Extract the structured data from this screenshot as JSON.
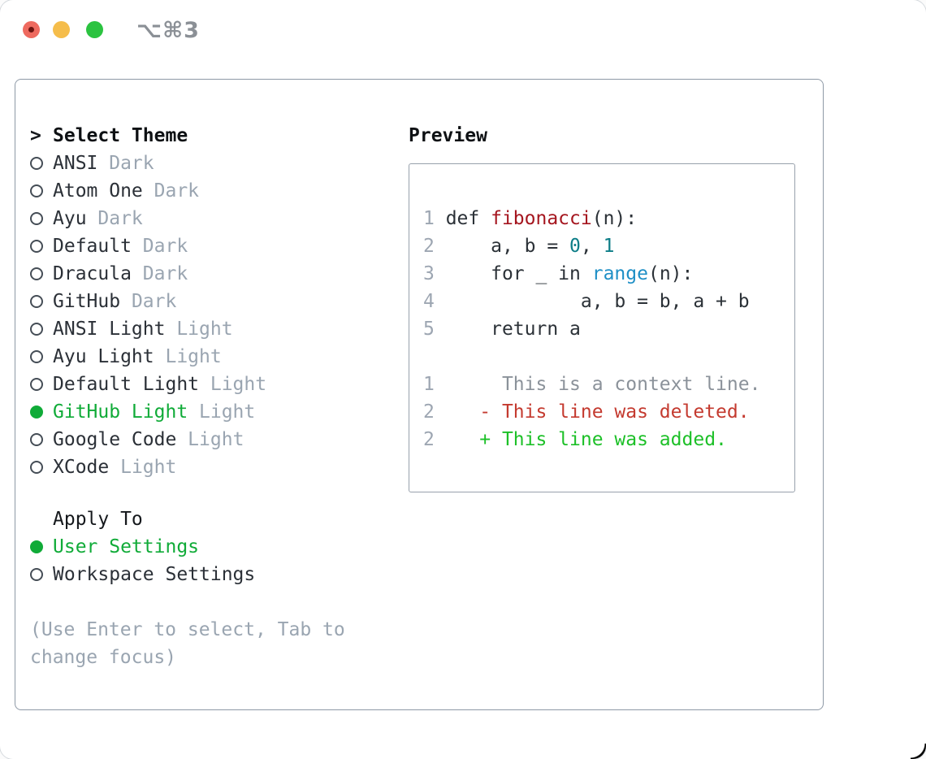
{
  "window": {
    "shortcut_label": "⌥⌘3",
    "traffic_lights": [
      "close",
      "minimize",
      "zoom"
    ]
  },
  "theme_picker": {
    "title": "Select Theme",
    "title_marker": ">",
    "themes": [
      {
        "name": "ANSI",
        "variant": "Dark",
        "selected": false
      },
      {
        "name": "Atom One",
        "variant": "Dark",
        "selected": false
      },
      {
        "name": "Ayu",
        "variant": "Dark",
        "selected": false
      },
      {
        "name": "Default",
        "variant": "Dark",
        "selected": false
      },
      {
        "name": "Dracula",
        "variant": "Dark",
        "selected": false
      },
      {
        "name": "GitHub",
        "variant": "Dark",
        "selected": false
      },
      {
        "name": "ANSI Light",
        "variant": "Light",
        "selected": false
      },
      {
        "name": "Ayu Light",
        "variant": "Light",
        "selected": false
      },
      {
        "name": "Default Light",
        "variant": "Light",
        "selected": false
      },
      {
        "name": "GitHub Light",
        "variant": "Light",
        "selected": true
      },
      {
        "name": "Google Code",
        "variant": "Light",
        "selected": false
      },
      {
        "name": "XCode",
        "variant": "Light",
        "selected": false
      }
    ],
    "apply_to": {
      "title": "Apply To",
      "options": [
        {
          "name": "User Settings",
          "selected": true
        },
        {
          "name": "Workspace Settings",
          "selected": false
        }
      ]
    },
    "help_text": "(Use Enter to select, Tab to change focus)"
  },
  "preview": {
    "title": "Preview",
    "lines": [
      {
        "segments": [
          {
            "t": "1 ",
            "c": "num"
          },
          {
            "t": "def ",
            "c": "code"
          },
          {
            "t": "fibonacci",
            "c": "func"
          },
          {
            "t": "(n):",
            "c": "code"
          }
        ]
      },
      {
        "segments": [
          {
            "t": "2 ",
            "c": "num"
          },
          {
            "t": "    a, b = ",
            "c": "code"
          },
          {
            "t": "0",
            "c": "number"
          },
          {
            "t": ", ",
            "c": "code"
          },
          {
            "t": "1",
            "c": "number"
          }
        ]
      },
      {
        "segments": [
          {
            "t": "3 ",
            "c": "num"
          },
          {
            "t": "    for _ in ",
            "c": "code"
          },
          {
            "t": "range",
            "c": "builtin"
          },
          {
            "t": "(n):",
            "c": "code"
          }
        ]
      },
      {
        "segments": [
          {
            "t": "4 ",
            "c": "num"
          },
          {
            "t": "            a, b = b, a + b",
            "c": "code"
          }
        ]
      },
      {
        "segments": [
          {
            "t": "5 ",
            "c": "num"
          },
          {
            "t": "    return a",
            "c": "code"
          }
        ]
      },
      {
        "segments": []
      },
      {
        "segments": [
          {
            "t": "1",
            "c": "num"
          },
          {
            "t": "      This is a context line.",
            "c": "ctx"
          }
        ]
      },
      {
        "segments": [
          {
            "t": "2",
            "c": "num"
          },
          {
            "t": "    ",
            "c": "code"
          },
          {
            "t": "- This line was deleted.",
            "c": "del"
          }
        ]
      },
      {
        "segments": [
          {
            "t": "2",
            "c": "num"
          },
          {
            "t": "    ",
            "c": "code"
          },
          {
            "t": "+ This line was added.",
            "c": "add"
          }
        ]
      }
    ]
  },
  "colors": {
    "selected_green": "#10ab38",
    "added_green": "#1dc028",
    "deleted_red": "#c43a2f",
    "function_red": "#a5161f",
    "number_teal": "#0c7d87",
    "builtin_blue": "#1e8fc6",
    "muted_gray": "#9aa5b1",
    "text_dark": "#2b3037",
    "panel_border": "#8e99a6",
    "traffic_red": "#ee6a5f",
    "traffic_yellow": "#f5bd4b",
    "traffic_green": "#2bc340"
  }
}
